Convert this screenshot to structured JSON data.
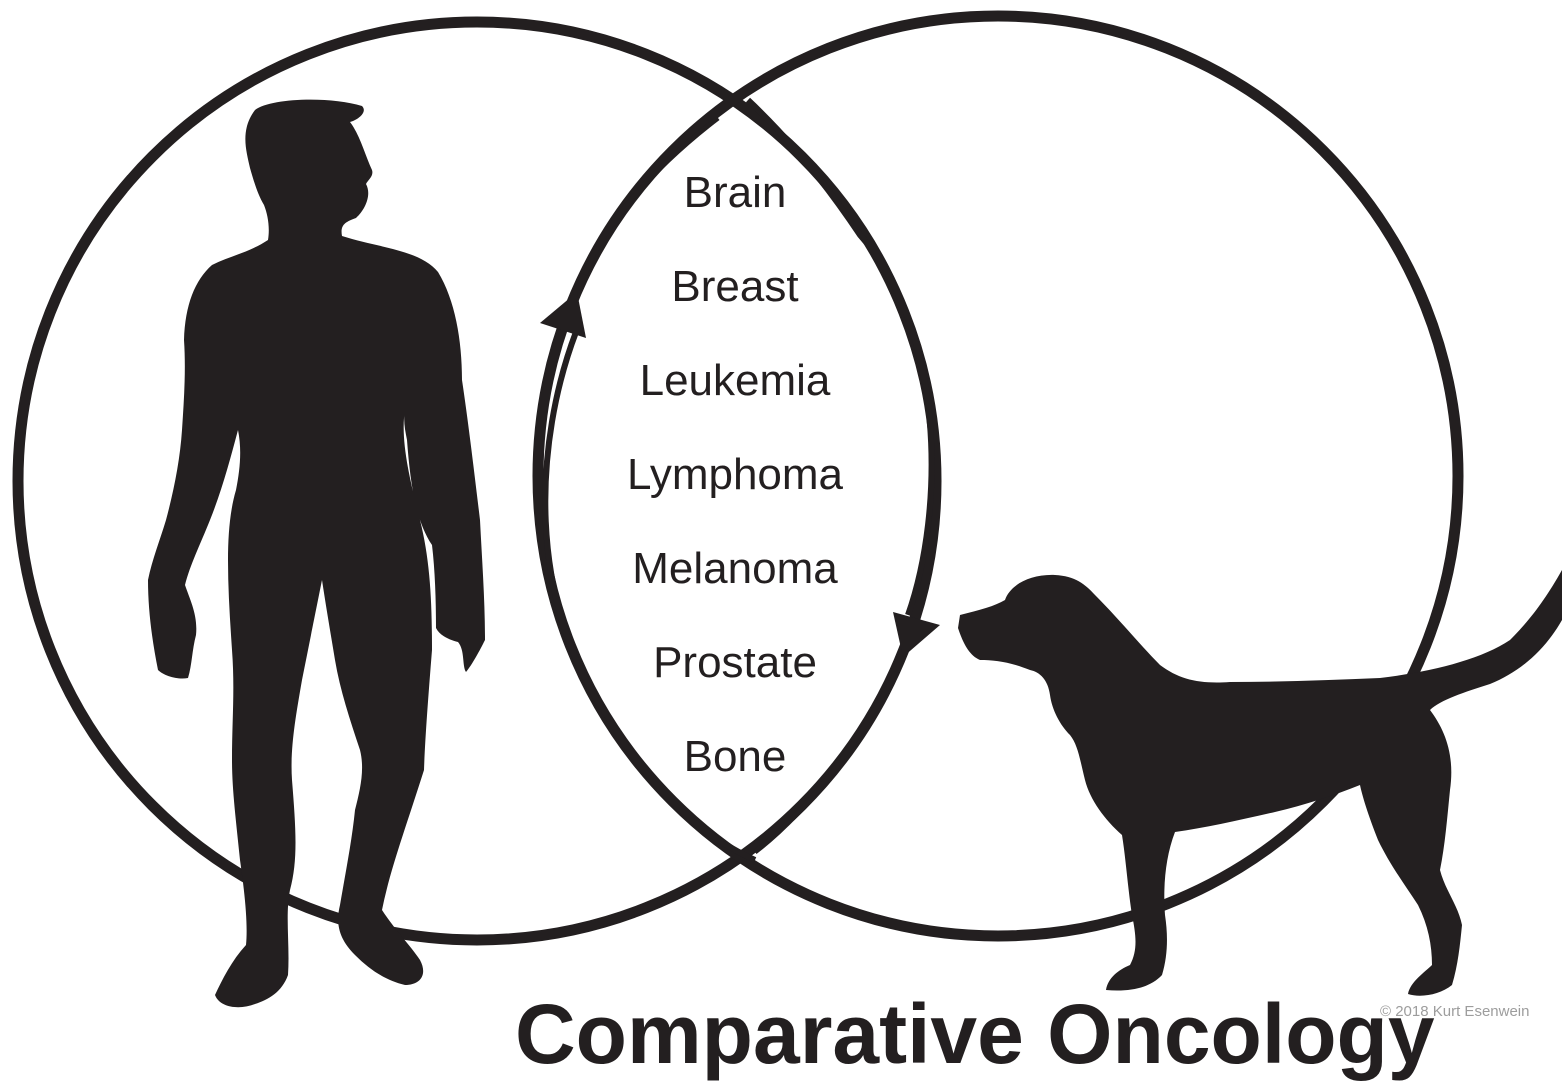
{
  "colors": {
    "ink": "#231f20",
    "background": "#ffffff",
    "copyright": "#9d9d9d"
  },
  "diagram": {
    "left_circle_icon": "human-silhouette-icon",
    "right_circle_icon": "dog-silhouette-icon",
    "cycle_icon": "bidirectional-cycle-arrows-icon",
    "shared_cancers": [
      "Brain",
      "Breast",
      "Leukemia",
      "Lymphoma",
      "Melanoma",
      "Prostate",
      "Bone"
    ],
    "bottom_title_partial": "Comparative Oncology",
    "copyright": "© 2018 Kurt Esenwein"
  }
}
